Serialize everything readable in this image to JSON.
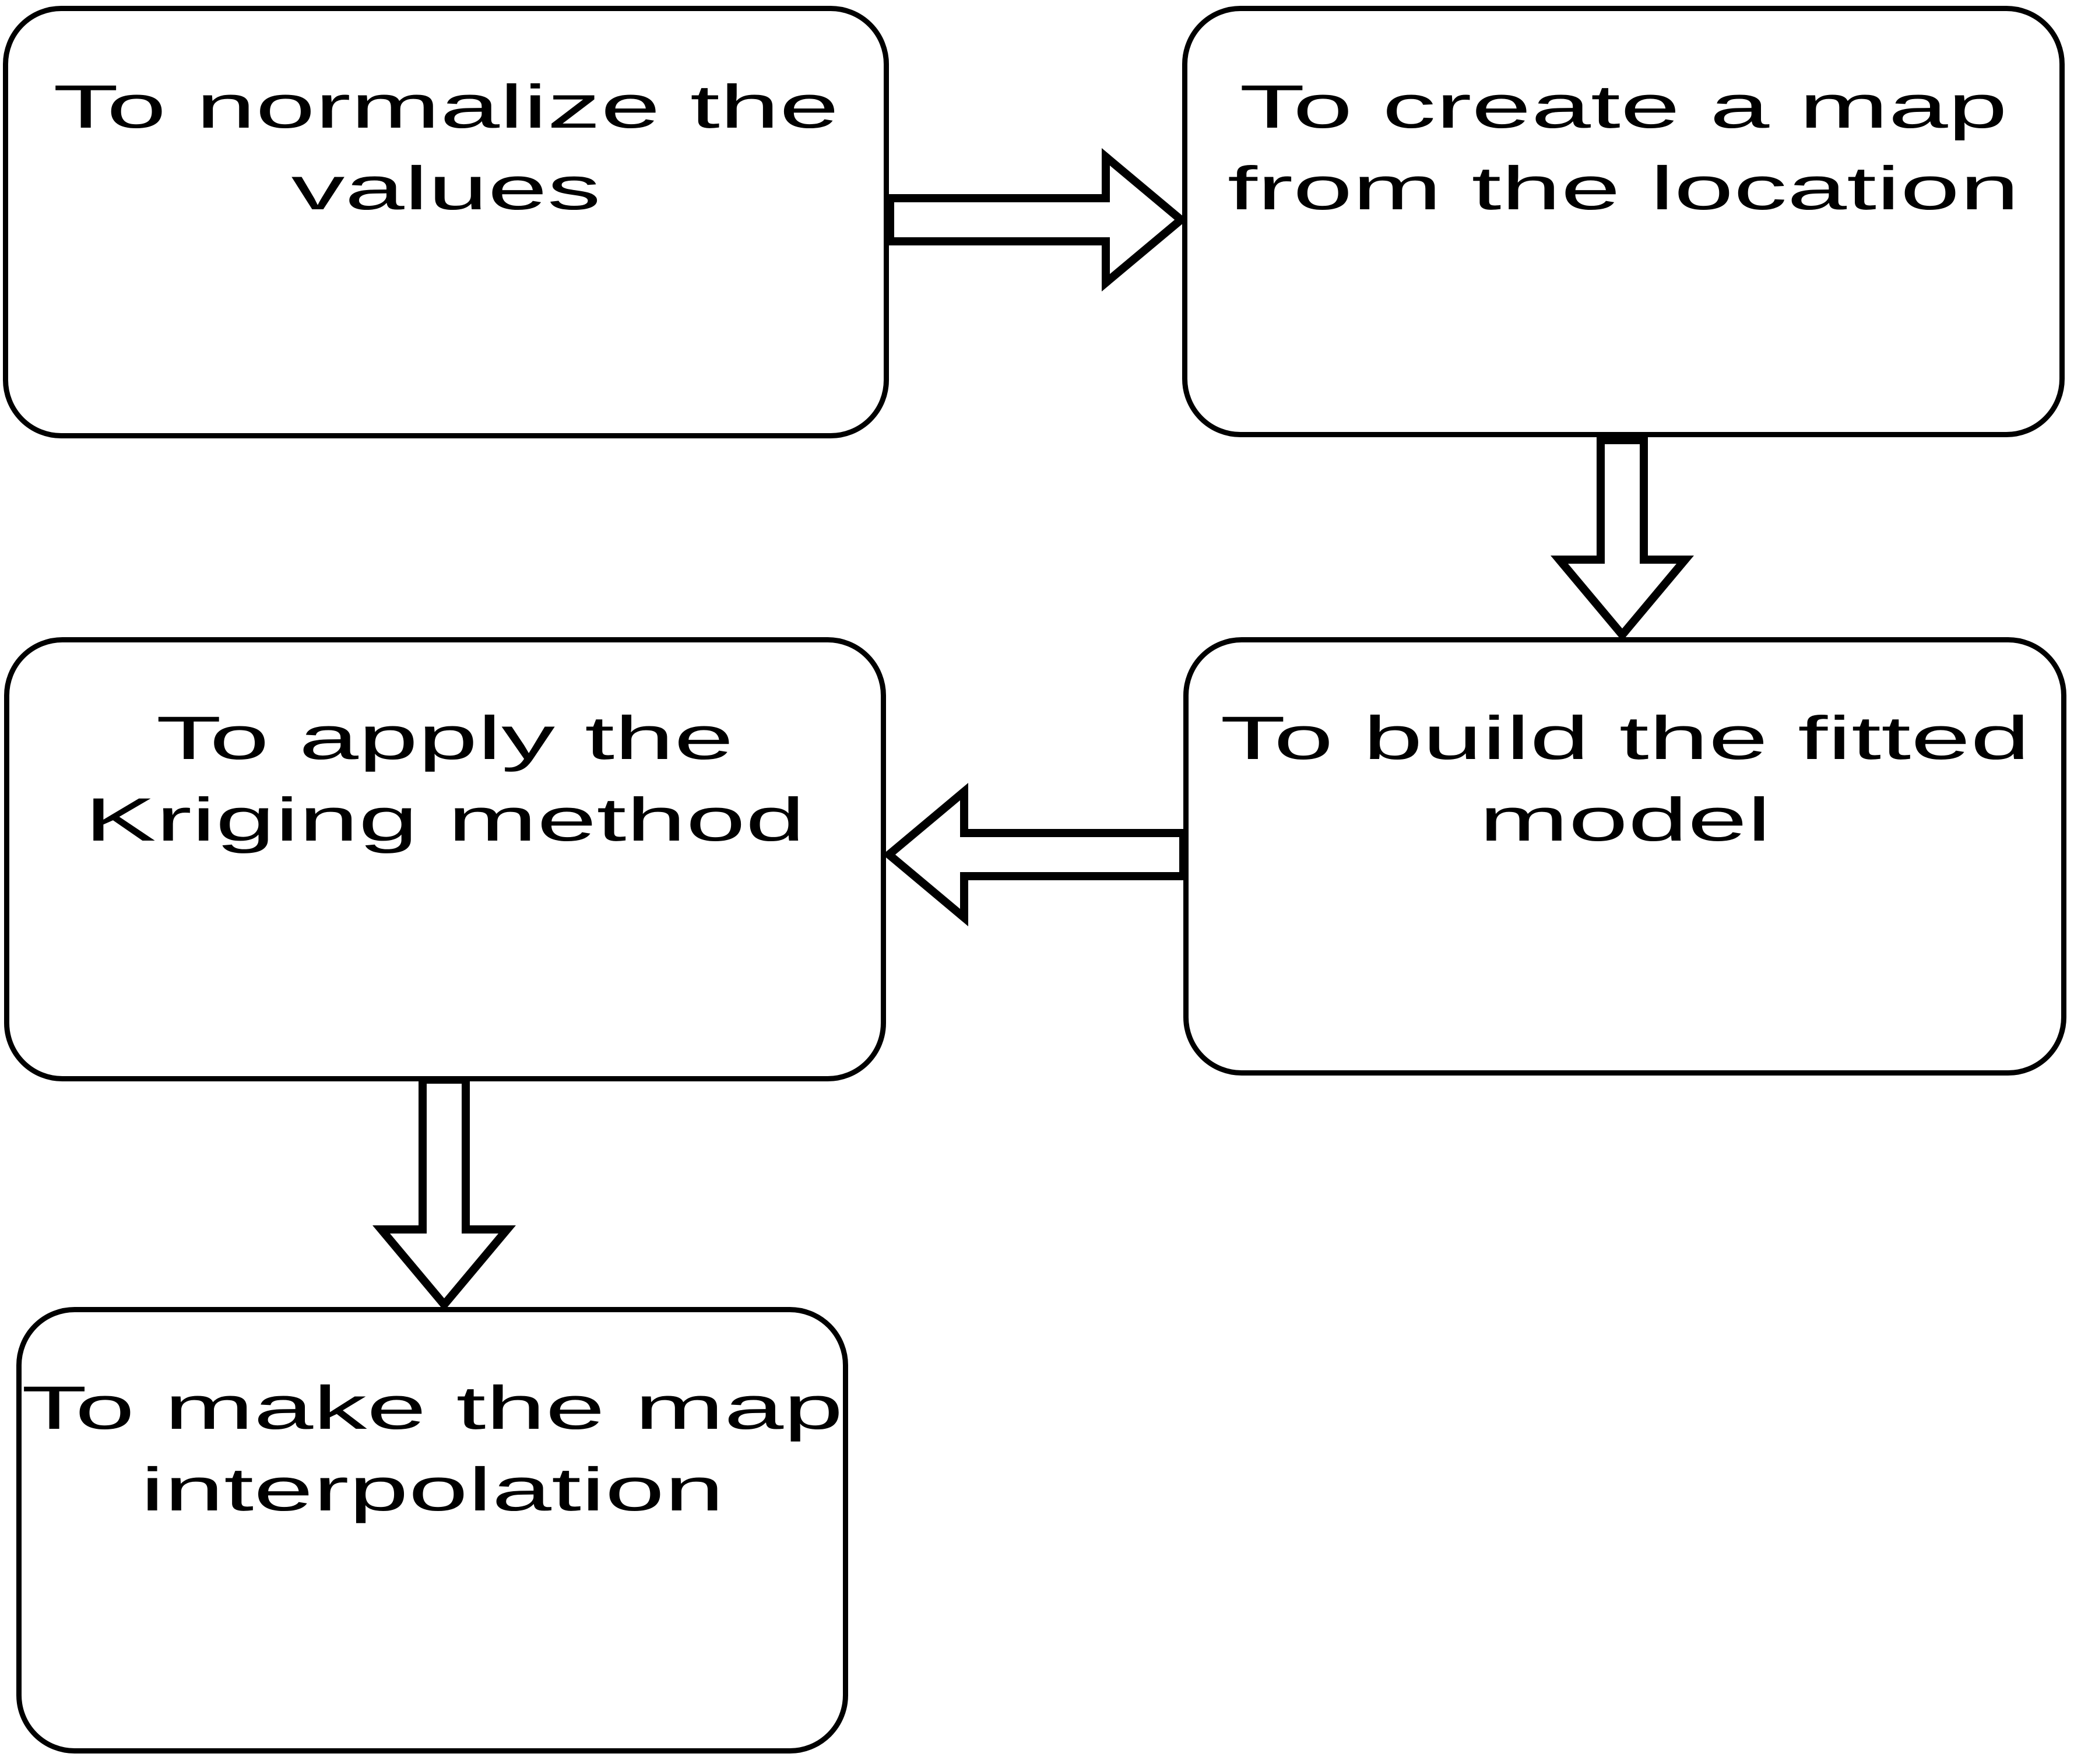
{
  "diagram": {
    "type": "flowchart",
    "background_color": "#ffffff",
    "box_fill_color": "#ffffff",
    "box_border_color": "#000000",
    "text_color": "#000000",
    "steps": [
      {
        "id": "normalize-values",
        "line1": "To normalize the",
        "line2": "values"
      },
      {
        "id": "create-map",
        "line1": "To create a map",
        "line2": "from the location"
      },
      {
        "id": "build-fitted-model",
        "line1": "To build the fitted",
        "line2": "model"
      },
      {
        "id": "apply-kriging",
        "line1": "To apply the",
        "line2": "Kriging method"
      },
      {
        "id": "map-interpolation",
        "line1": "To make the map",
        "line2": "interpolation"
      }
    ],
    "connections": [
      {
        "from": "To normalize the values",
        "to": "To create a map from the location",
        "direction": "right"
      },
      {
        "from": "To create a map from the location",
        "to": "To build the fitted model",
        "direction": "down"
      },
      {
        "from": "To build the fitted model",
        "to": "To apply the Kriging method",
        "direction": "left"
      },
      {
        "from": "To apply the Kriging method",
        "to": "To make the map interpolation",
        "direction": "down"
      }
    ]
  }
}
